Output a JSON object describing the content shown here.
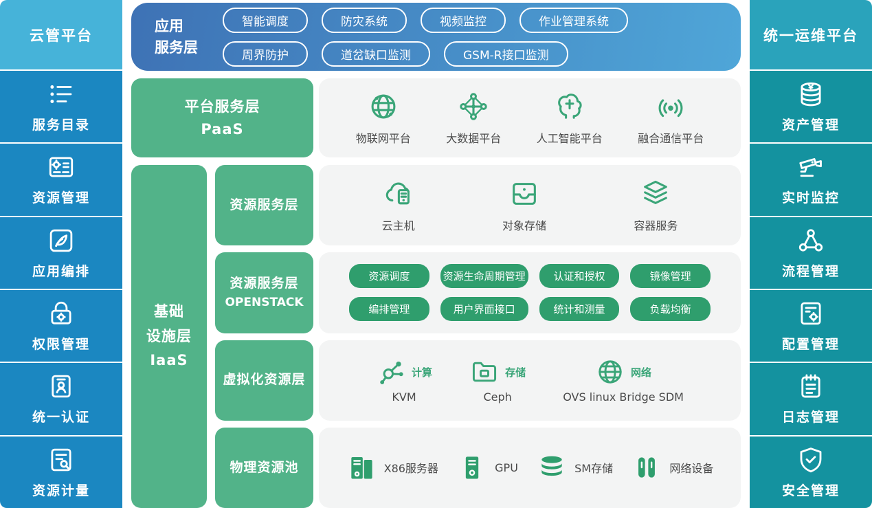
{
  "left_sidebar": {
    "title": "云管平台",
    "items": [
      {
        "label": "服务目录",
        "icon": "catalog-list-icon"
      },
      {
        "label": "资源管理",
        "icon": "resource-manage-icon"
      },
      {
        "label": "应用编排",
        "icon": "app-orchestration-pen-icon"
      },
      {
        "label": "权限管理",
        "icon": "permission-lock-icon"
      },
      {
        "label": "统一认证",
        "icon": "auth-idcard-icon"
      },
      {
        "label": "资源计量",
        "icon": "metering-doc-icon"
      }
    ]
  },
  "right_sidebar": {
    "title": "统一运维平台",
    "items": [
      {
        "label": "资产管理",
        "icon": "asset-database-icon"
      },
      {
        "label": "实时监控",
        "icon": "cctv-camera-icon"
      },
      {
        "label": "流程管理",
        "icon": "workflow-nodes-icon"
      },
      {
        "label": "配置管理",
        "icon": "config-gear-doc-icon"
      },
      {
        "label": "日志管理",
        "icon": "log-notebook-icon"
      },
      {
        "label": "安全管理",
        "icon": "security-shield-icon"
      }
    ]
  },
  "app_layer": {
    "title_line1": "应用",
    "title_line2": "服务层",
    "pills_row1": [
      "智能调度",
      "防灾系统",
      "视频监控",
      "作业管理系统"
    ],
    "pills_row2": [
      "周界防护",
      "道岔缺口监测",
      "GSM-R接口监测"
    ]
  },
  "paas_layer": {
    "title_line1": "平台服务层",
    "title_line2": "PaaS",
    "items": [
      {
        "label": "物联网平台",
        "icon": "iot-globe-icon"
      },
      {
        "label": "大数据平台",
        "icon": "bigdata-network-icon"
      },
      {
        "label": "人工智能平台",
        "icon": "ai-brain-icon"
      },
      {
        "label": "融合通信平台",
        "icon": "comm-radar-icon"
      }
    ]
  },
  "iaas_layer": {
    "title_line1": "基础",
    "title_line2": "设施层",
    "title_line3": "IaaS",
    "resource_service": {
      "title": "资源服务层",
      "items": [
        {
          "label": "云主机",
          "icon": "cloud-host-icon"
        },
        {
          "label": "对象存储",
          "icon": "object-storage-icon"
        },
        {
          "label": "容器服务",
          "icon": "container-layers-icon"
        }
      ]
    },
    "openstack": {
      "title_line1": "资源服务层",
      "title_line2": "OPENSTACK",
      "pills": [
        "资源调度",
        "资源生命周期管理",
        "认证和授权",
        "镜像管理",
        "编排管理",
        "用户界面接口",
        "统计和测量",
        "负载均衡"
      ]
    },
    "virtualization": {
      "title": "虚拟化资源层",
      "items": [
        {
          "tag": "计算",
          "label": "KVM",
          "icon": "compute-molecule-icon"
        },
        {
          "tag": "存储",
          "label": "Ceph",
          "icon": "storage-folder-icon"
        },
        {
          "tag": "网络",
          "label": "OVS linux Bridge SDM",
          "icon": "network-globe-icon"
        }
      ]
    },
    "physical": {
      "title": "物理资源池",
      "items": [
        {
          "label": "X86服务器",
          "icon": "server-towers-icon"
        },
        {
          "label": "GPU",
          "icon": "gpu-server-icon"
        },
        {
          "label": "SM存储",
          "icon": "storage-cylinders-icon"
        },
        {
          "label": "网络设备",
          "icon": "network-device-icon"
        }
      ]
    }
  },
  "colors": {
    "left_header": "#46b3d9",
    "left_item": "#1b87c1",
    "right_header": "#2aa3bb",
    "right_item": "#14929f",
    "app_gradient_start": "#3e72b5",
    "app_gradient_end": "#4fa6d8",
    "green_block": "#52b389",
    "green_pill": "#2f9e6d",
    "panel_bg": "#f3f4f4",
    "icon_green": "#3aa578"
  }
}
